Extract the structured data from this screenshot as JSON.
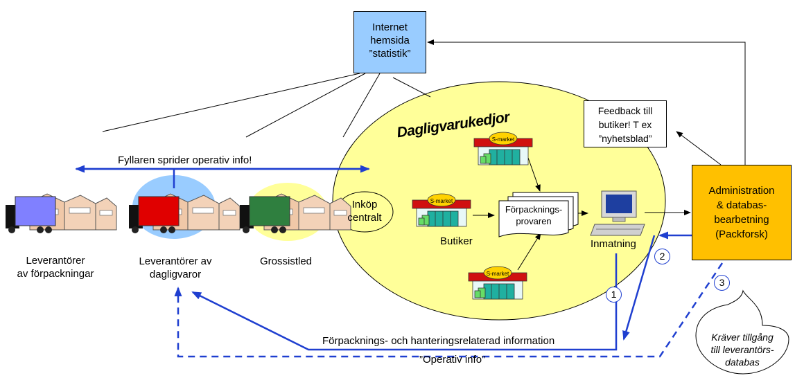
{
  "internet_box": {
    "lines": [
      "Internet",
      "hemsida",
      "”statistik”"
    ]
  },
  "chain_title": "Dagligvarukedjor",
  "feedback_box": {
    "lines": [
      "Feedback till",
      "butiker! T ex",
      "”nyhetsblad”"
    ]
  },
  "admin_box": {
    "lines": [
      "Administration",
      "& databas-",
      "bearbetning",
      "(Packforsk)"
    ]
  },
  "top_arrow_label": "Fyllaren sprider operativ info!",
  "inkop": {
    "lines": [
      "Inköp",
      "centralt"
    ]
  },
  "forpackningsprovaren": {
    "lines": [
      "Förpacknings-",
      "provaren"
    ]
  },
  "butiker_label": "Butiker",
  "inmatning_label": "Inmatning",
  "store_sign": "S-market",
  "suppliers_packaging": {
    "lines": [
      "Leverantörer",
      "av förpackningar"
    ]
  },
  "suppliers_grocery": {
    "lines": [
      "Leverantörer av",
      "dagligvaror"
    ]
  },
  "wholesale_label": "Grossistled",
  "bottom_label_1": "Förpacknings- och hanteringsrelaterad information",
  "bottom_label_2": "”Operativ info”",
  "badges": [
    "1",
    "2",
    "3"
  ],
  "speech_bubble": {
    "lines": [
      "Kräver tillgång",
      "till leverantörs-",
      "databas"
    ]
  },
  "colors": {
    "blue_arrow": "#1f3fd0",
    "ellipse_fill": "#ffff99",
    "internet_fill": "#99ccff",
    "admin_fill": "#ffc000",
    "truck_purple": "#8080ff",
    "truck_red": "#e00000",
    "truck_green": "#2f7f3f"
  }
}
